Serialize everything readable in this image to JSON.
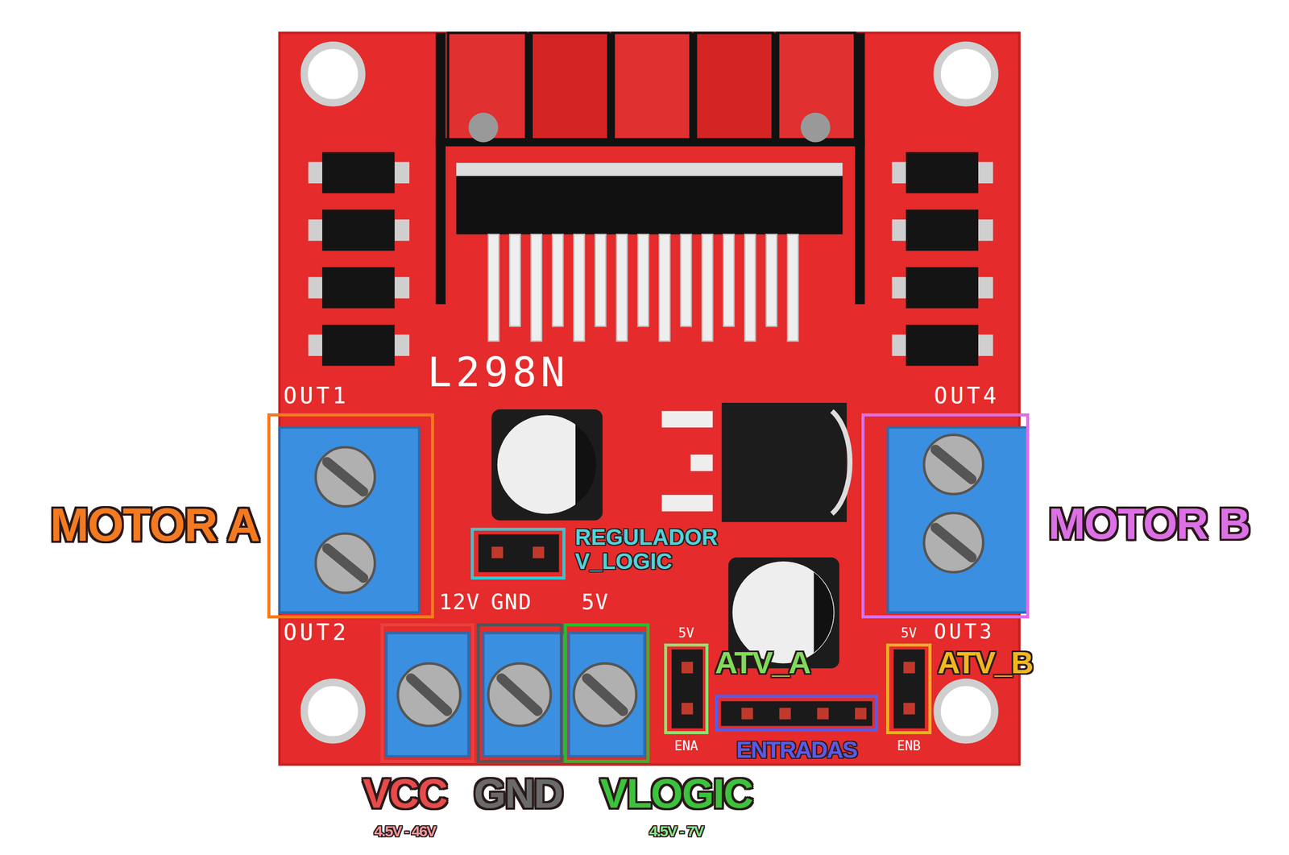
{
  "diagram": {
    "nodes": [
      {
        "text": [
          "MOTOR A"
        ]
      },
      {
        "text": [
          "MOTOR B"
        ]
      },
      {
        "text": [
          "REGULADOR V_LOGIC"
        ]
      },
      {
        "text": [
          "VCC",
          "4.5V - 46V"
        ]
      },
      {
        "text": [
          "GND"
        ]
      },
      {
        "text": [
          "VLOGIC",
          "4.5V - 7V"
        ]
      },
      {
        "text": [
          "ATV_A"
        ]
      },
      {
        "text": [
          "ENTRADAS"
        ]
      },
      {
        "text": [
          "ATV_B"
        ]
      }
    ],
    "labels": [
      "L298N",
      "OUT1",
      "OUT2",
      "OUT4",
      "OUT3",
      "12V",
      "GND",
      "5V",
      "5V",
      "ENA",
      "5V",
      "ENB"
    ]
  }
}
